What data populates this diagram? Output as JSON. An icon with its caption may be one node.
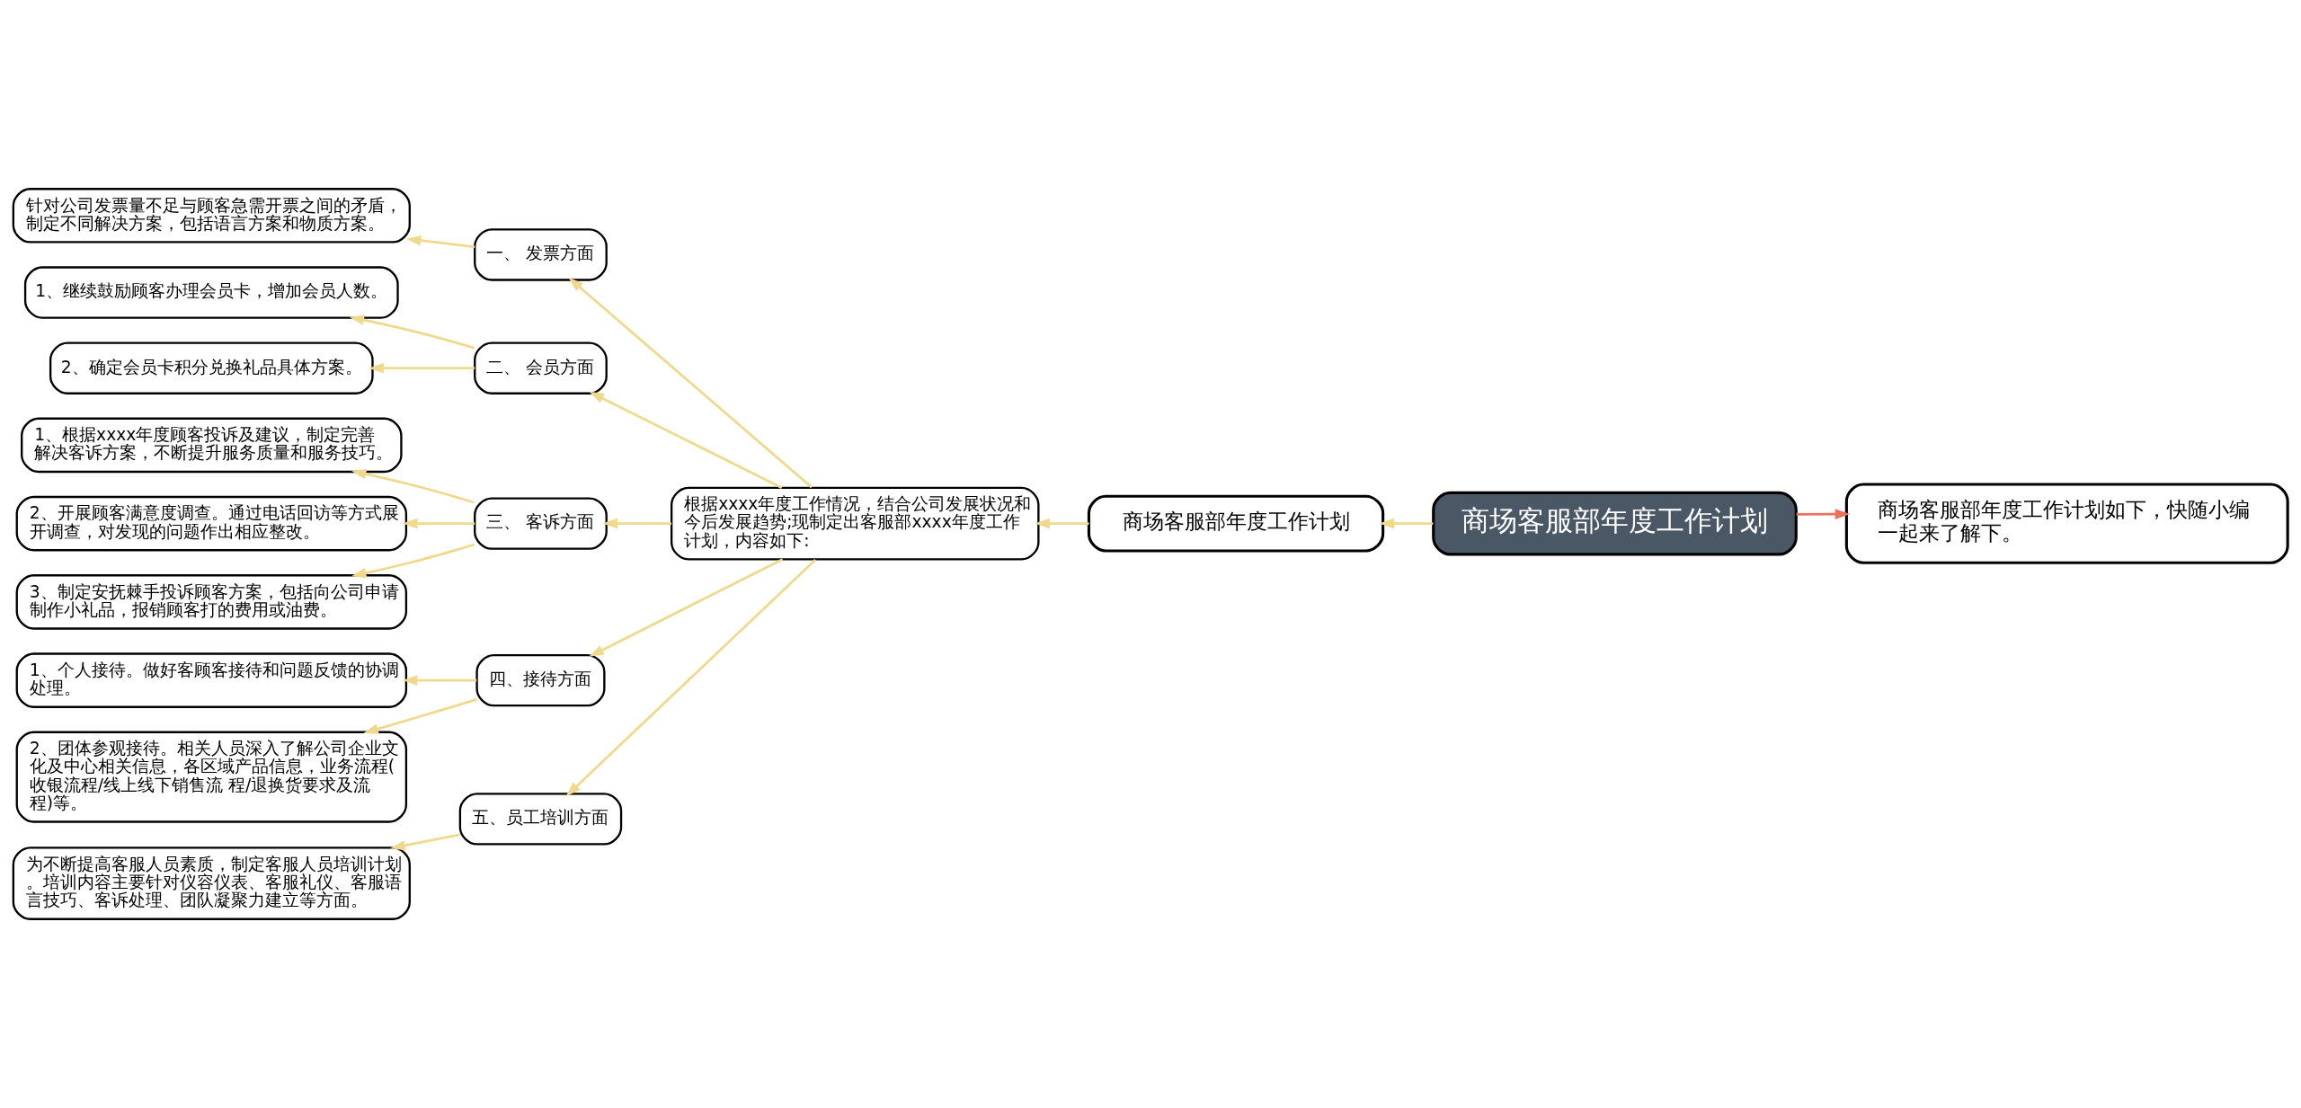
{
  "diagram": {
    "nodes": [
      {
        "text": [
          "商场客服部年度工作计划"
        ]
      },
      {
        "text": [
          "商场客服部年度工作计划如下，快随小编一起来了解下。"
        ]
      },
      {
        "text": [
          "商场客服部年度工作计划"
        ]
      },
      {
        "text": [
          "根据xxxx年度工作情况，结合公司发展状况和今后发展趋势;现制定出客服部xxxx年度工作计划，内容如下:"
        ]
      },
      {
        "text": [
          "一、 发票方面"
        ]
      },
      {
        "text": [
          "针对公司发票量不足与顾客急需开票之间的矛盾，制定不同解决方案，包括语言方案和物质方案。"
        ]
      },
      {
        "text": [
          "二、 会员方面"
        ]
      },
      {
        "text": [
          "1、继续鼓励顾客办理会员卡，增加会员人数。"
        ]
      },
      {
        "text": [
          "2、确定会员卡积分兑换礼品具体方案。"
        ]
      },
      {
        "text": [
          "三、 客诉方面"
        ]
      },
      {
        "text": [
          "1、根据xxxx年度顾客投诉及建议，制定完善解决客诉方案，不断提升服务质量和服务技巧。"
        ]
      },
      {
        "text": [
          "2、开展顾客满意度调查。通过电话回访等方式展开调查，对发现的问题作出相应整改。"
        ]
      },
      {
        "text": [
          "3、制定安抚棘手投诉顾客方案，包括向公司申请制作小礼品，报销顾客打的费用或油费。"
        ]
      },
      {
        "text": [
          "四、接待方面"
        ]
      },
      {
        "text": [
          "1、个人接待。做好客顾客接待和问题反馈的协调处理。"
        ]
      },
      {
        "text": [
          "2、团体参观接待。相关人员深入了解公司企业文化及中心相关信息，各区域产品信息，业务流程(收银流程/线上线下销售流 程/退换货要求及流程)等。"
        ]
      },
      {
        "text": [
          "五、员工培训方面"
        ]
      },
      {
        "text": [
          "为不断提高客服人员素质，制定客服人员培训计划。培训内容主要针对仪容仪表、客服礼仪、客服语言技巧、客诉处理、团队凝聚力建立等方面。"
        ]
      }
    ],
    "edges": [
      {
        "from": 0,
        "to": 1,
        "arrow": "to",
        "color": "#e8735a"
      },
      {
        "from": 0,
        "to": 2,
        "arrow": "to"
      },
      {
        "from": 2,
        "to": 3,
        "arrow": "to"
      },
      {
        "from": 3,
        "to": 4,
        "arrow": "to"
      },
      {
        "from": 3,
        "to": 6,
        "arrow": "to"
      },
      {
        "from": 3,
        "to": 9,
        "arrow": "to"
      },
      {
        "from": 3,
        "to": 13,
        "arrow": "to"
      },
      {
        "from": 3,
        "to": 16,
        "arrow": "to"
      },
      {
        "from": 4,
        "to": 5,
        "arrow": "to"
      },
      {
        "from": 6,
        "to": 7,
        "arrow": "to"
      },
      {
        "from": 6,
        "to": 8,
        "arrow": "to"
      },
      {
        "from": 9,
        "to": 10,
        "arrow": "to"
      },
      {
        "from": 9,
        "to": 11,
        "arrow": "to"
      },
      {
        "from": 9,
        "to": 12,
        "arrow": "to"
      },
      {
        "from": 13,
        "to": 14,
        "arrow": "to"
      },
      {
        "from": 13,
        "to": 15,
        "arrow": "to"
      },
      {
        "from": 16,
        "to": 17,
        "arrow": "to"
      }
    ]
  }
}
